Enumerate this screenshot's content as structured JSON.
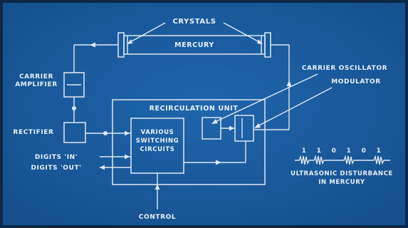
{
  "labels": {
    "crystals": "CRYSTALS",
    "mercury": "MERCURY",
    "carrier_amplifier_1": "CARRIER",
    "carrier_amplifier_2": "AMPLIFIER",
    "rectifier": "RECTIFIER",
    "recirculation_unit": "RECIRCULATION  UNIT",
    "switching_1": "VARIOUS",
    "switching_2": "SWITCHING",
    "switching_3": "CIRCUITS",
    "carrier_oscillator": "CARRIER OSCILLATOR",
    "modulator": "MODULATOR",
    "digits_in": "DIGITS 'IN'",
    "digits_out": "DIGITS 'OUT'",
    "control": "CONTROL",
    "binary_digits": [
      "1",
      "1",
      "0",
      "1",
      "0",
      "1"
    ],
    "ultrasonic_1": "ULTRASONIC  DISTURBANCE",
    "ultrasonic_2": "IN   MERCURY"
  },
  "colors": {
    "background": "#1a5a9e",
    "frame": "#0d2748",
    "line": "#dfe9f5"
  }
}
